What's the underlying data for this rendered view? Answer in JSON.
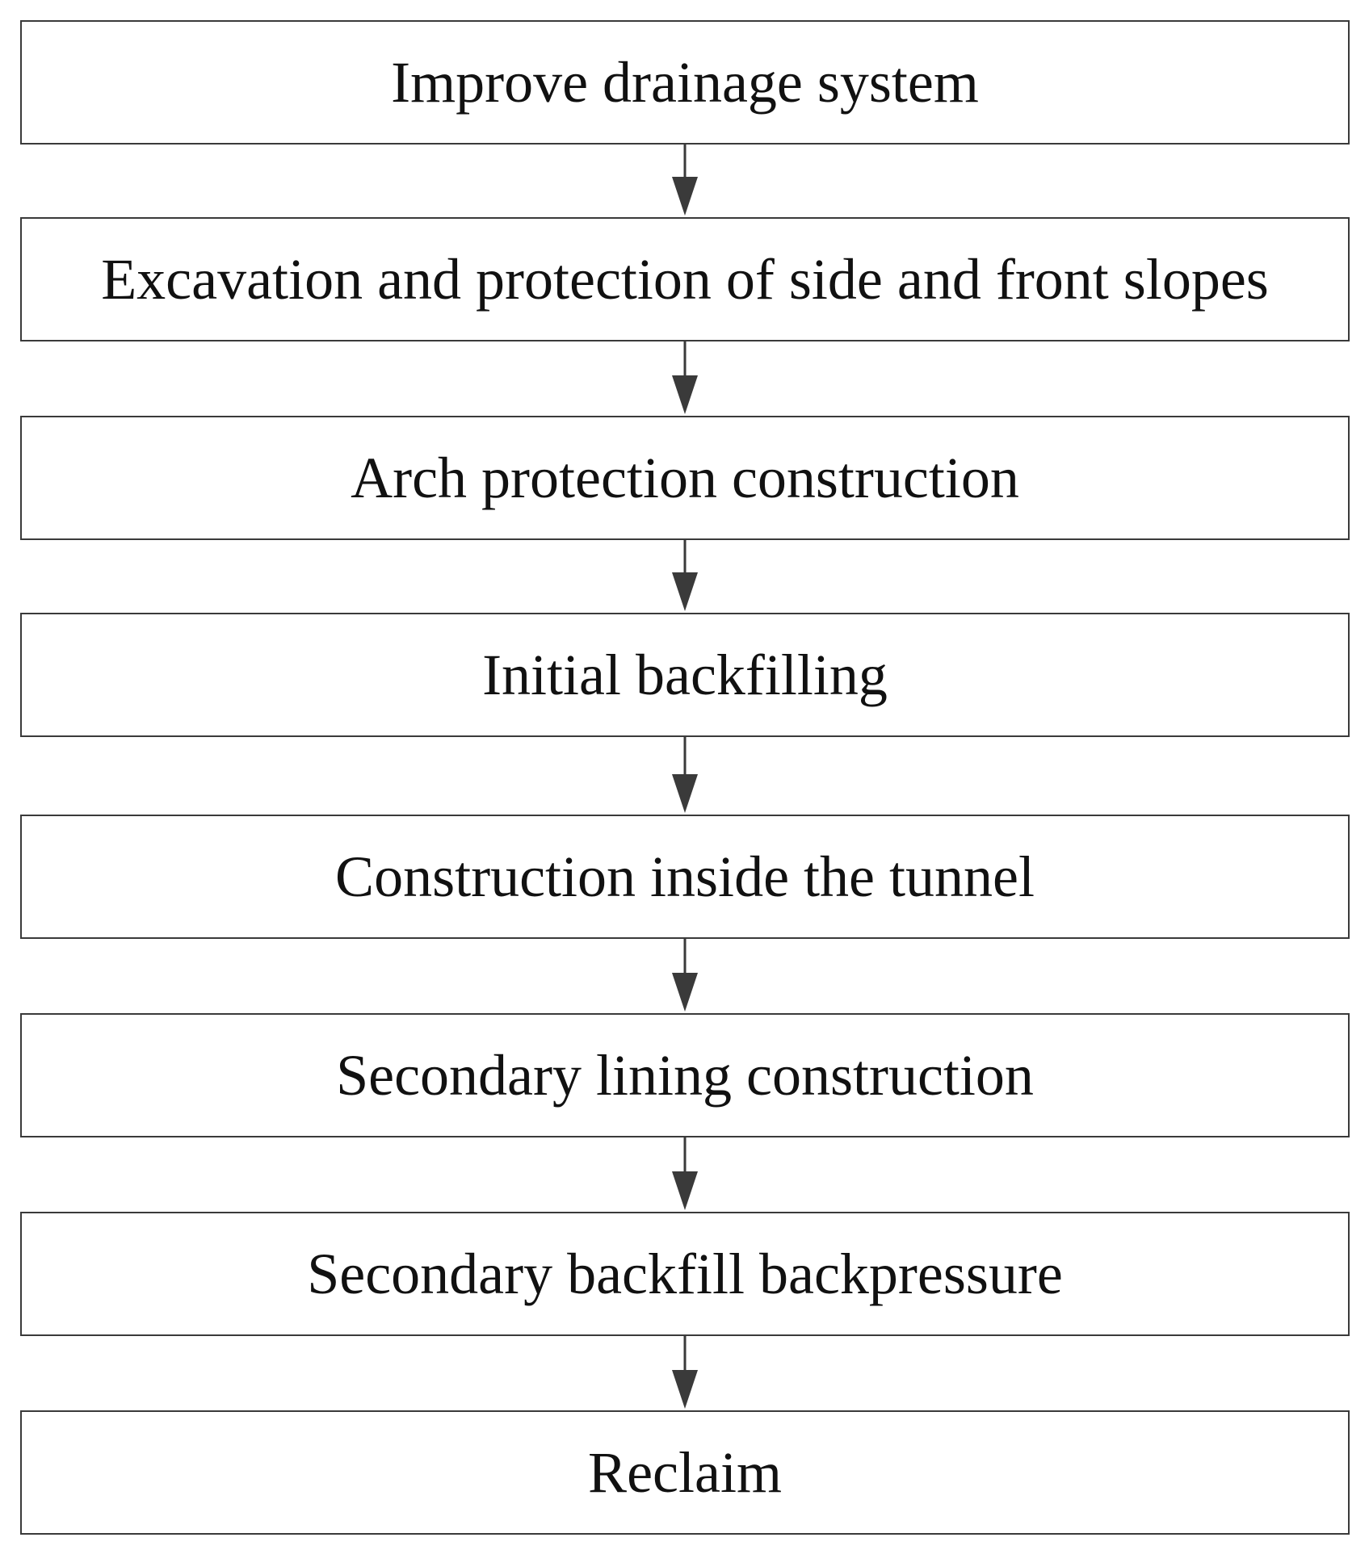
{
  "flowchart": {
    "steps": [
      {
        "label": "Improve drainage system"
      },
      {
        "label": "Excavation and protection of side and front slopes"
      },
      {
        "label": "Arch protection construction"
      },
      {
        "label": "Initial backfilling"
      },
      {
        "label": "Construction inside the tunnel"
      },
      {
        "label": "Secondary lining construction"
      },
      {
        "label": "Secondary backfill backpressure"
      },
      {
        "label": "Reclaim"
      }
    ],
    "colors": {
      "border": "#3a3a3a",
      "arrow": "#3a3a3a",
      "text": "#111111",
      "background": "#ffffff"
    }
  }
}
